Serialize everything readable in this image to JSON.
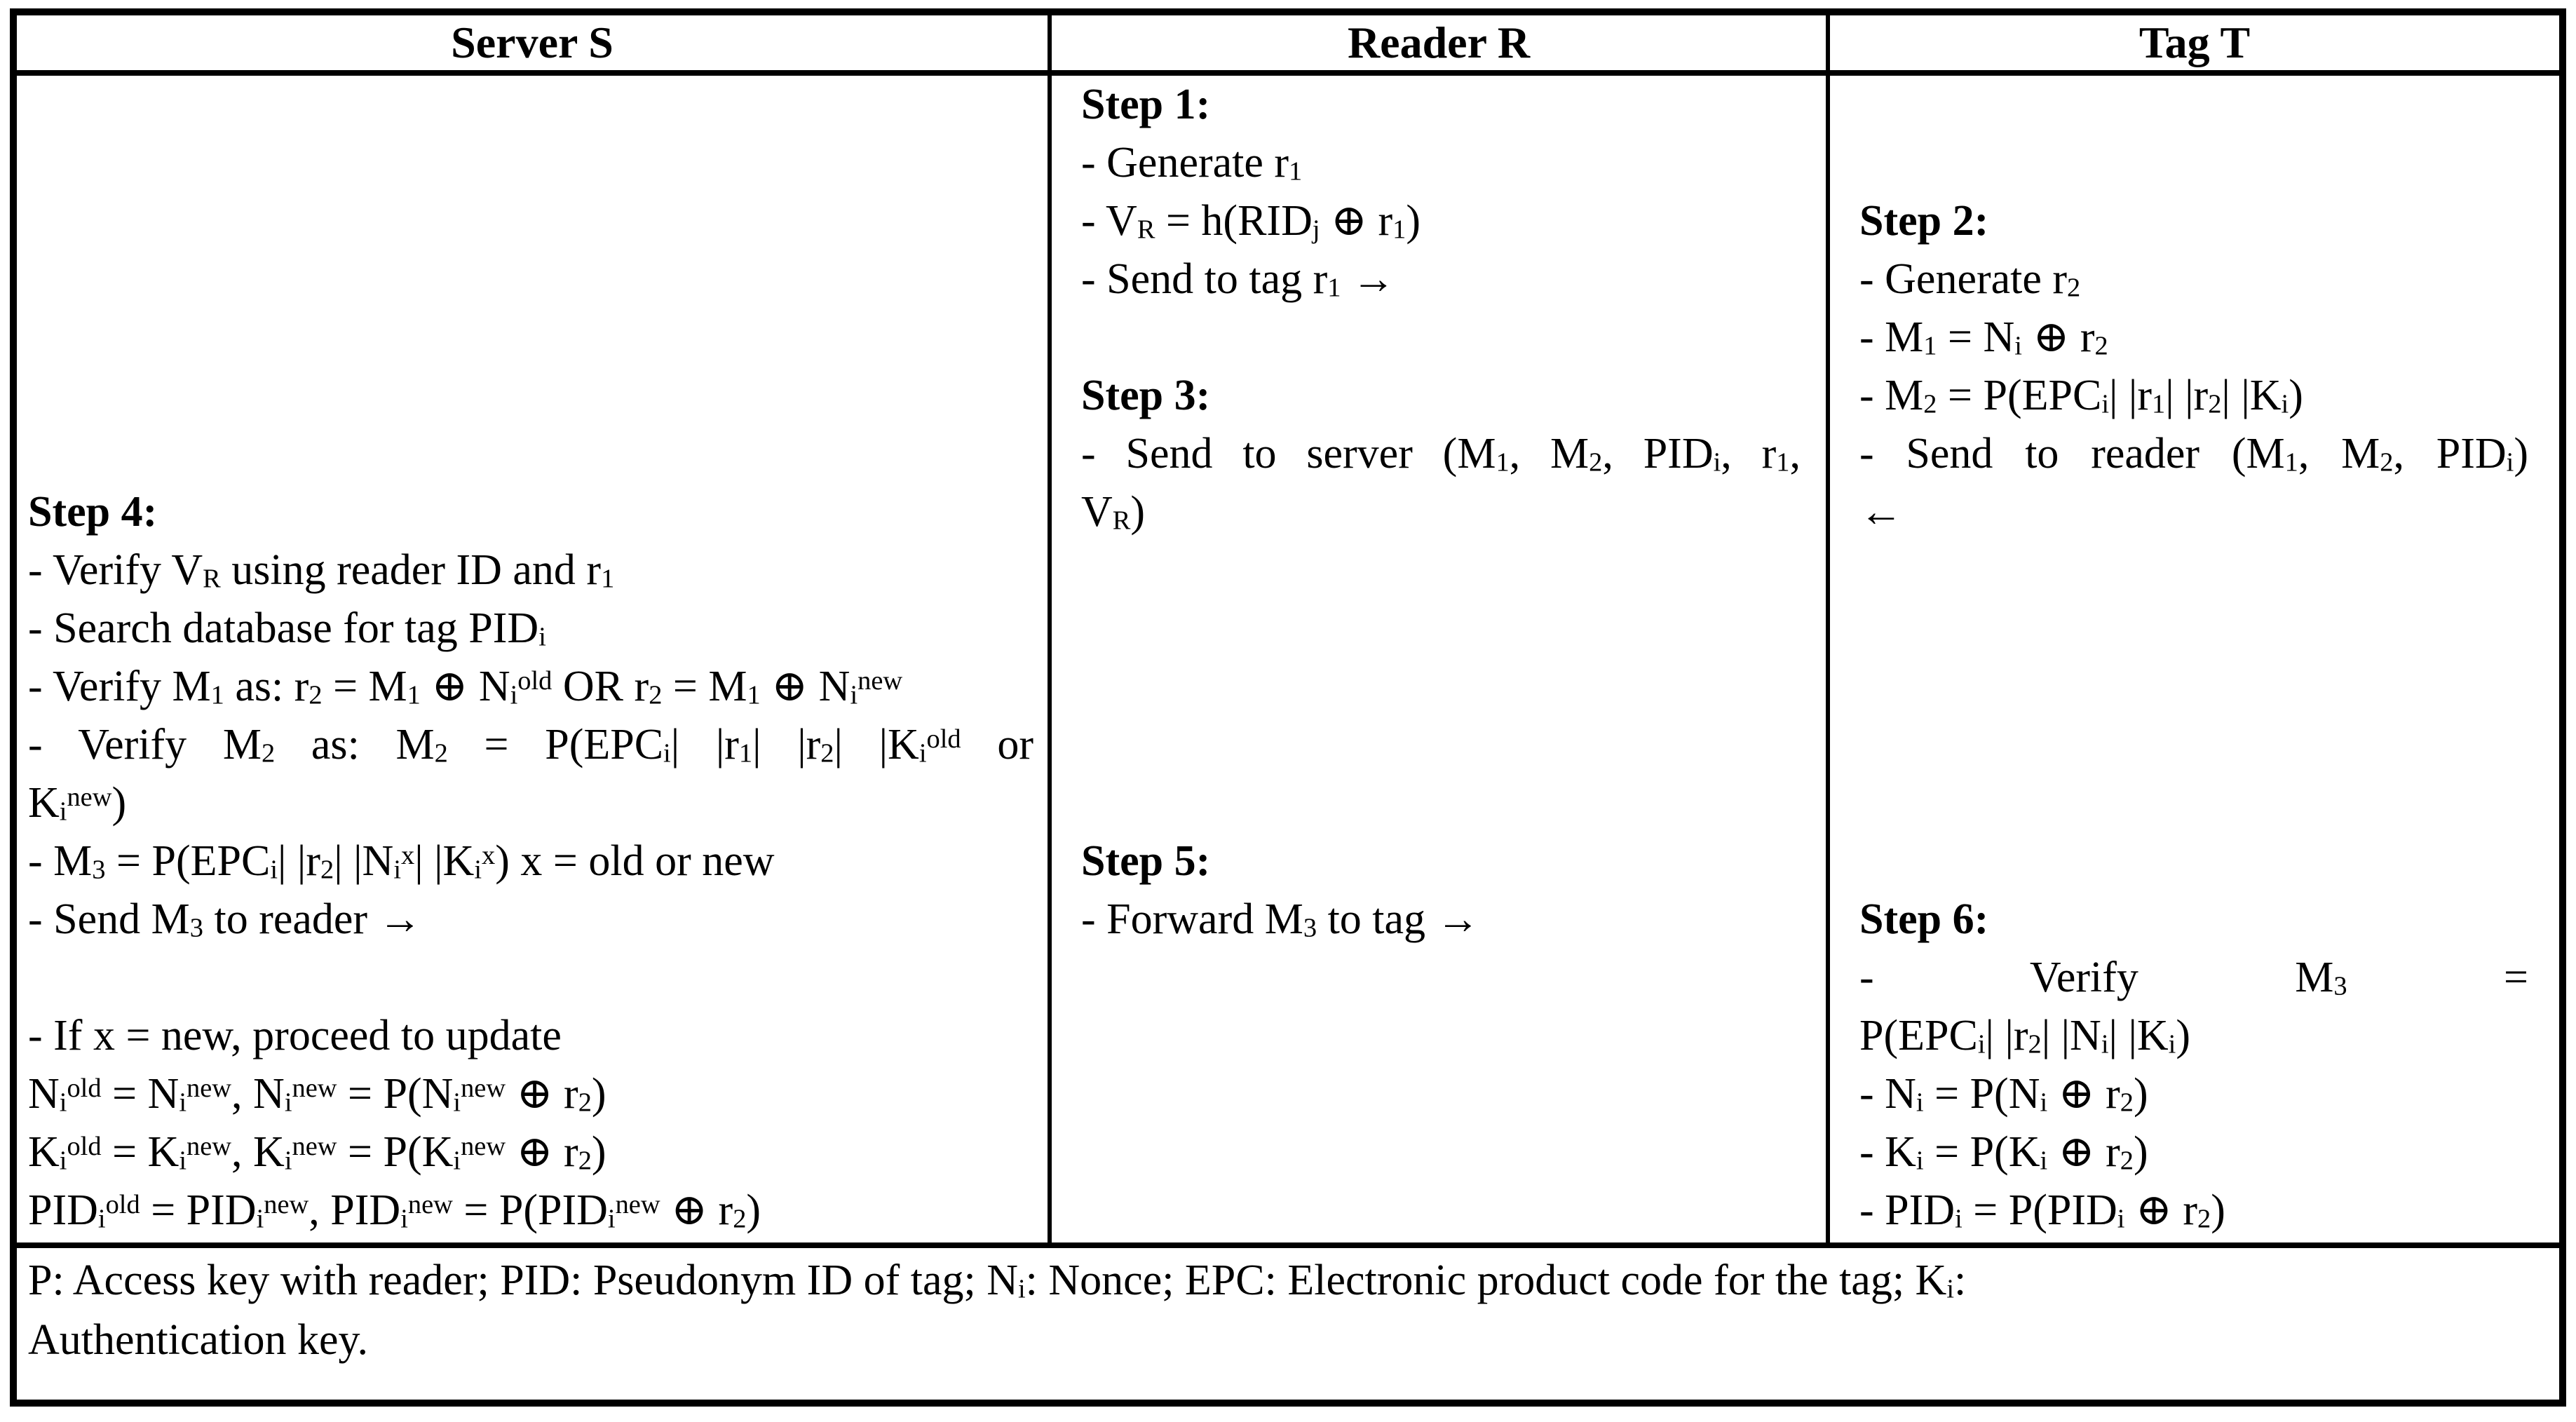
{
  "figure": {
    "type": "protocol-table",
    "description_colors": {
      "ink": "#000000",
      "background": "#ffffff"
    }
  },
  "columns": {
    "server": {
      "header": "Server S",
      "lines": [
        "",
        "",
        "",
        "",
        "",
        "",
        "",
        "Step 4:",
        "- Verify V<sub>R</sub> using reader ID and r<sub>1</sub>",
        "- Search database for tag PID<sub>i</sub>",
        "- Verify M<sub>1</sub> as: r<sub>2</sub> = M<sub>1</sub> ⊕ N<sub>i</sub><sup>old</sup> OR r<sub>2</sub> = M<sub>1</sub> ⊕ N<sub>i</sub><sup>new</sup>",
        "- Verify M<sub>2</sub> as: M<sub>2</sub> = P(EPC<sub>i</sub>| |r<sub>1</sub>| |r<sub>2</sub>| |K<sub>i</sub><sup>old</sup> or",
        "K<sub>i</sub><sup>new</sup>)",
        "- M<sub>3</sub> = P(EPC<sub>i</sub>| |r<sub>2</sub>| |N<sub>i</sub><sup>x</sup>| |K<sub>i</sub><sup>x</sup>) x = old or new",
        "- Send M<sub>3</sub> to reader →",
        "",
        "- If x = new, proceed to update",
        "N<sub>i</sub><sup>old</sup> = N<sub>i</sub><sup>new</sup>, N<sub>i</sub><sup>new</sup> = P(N<sub>i</sub><sup>new</sup> ⊕ r<sub>2</sub>)",
        "K<sub>i</sub><sup>old</sup> = K<sub>i</sub><sup>new</sup>, K<sub>i</sub><sup>new</sup> = P(K<sub>i</sub><sup>new</sup> ⊕ r<sub>2</sub>)",
        "PID<sub>i</sub><sup>old</sup> = PID<sub>i</sub><sup>new</sup>, PID<sub>i</sub><sup>new</sup> = P(PID<sub>i</sub><sup>new</sup> ⊕ r<sub>2</sub>)"
      ]
    },
    "reader": {
      "header": "Reader R",
      "lines": [
        "Step 1:",
        "- Generate r<sub>1</sub>",
        "- V<sub>R</sub> = h(RID<sub>j</sub> ⊕ r<sub>1</sub>)",
        "- Send to tag r<sub>1</sub> →",
        "",
        "Step 3:",
        "- Send to server (M<sub>1</sub>, M<sub>2</sub>, PID<sub>i</sub>, r<sub>1</sub>,",
        "V<sub>R</sub>)",
        "",
        "",
        "",
        "",
        "",
        "Step 5:",
        "- Forward M<sub>3</sub> to tag →",
        "",
        "",
        "",
        "",
        ""
      ]
    },
    "tag": {
      "header": "Tag T",
      "lines": [
        "",
        "",
        "Step 2:",
        "- Generate r<sub>2</sub>",
        "- M<sub>1</sub> = N<sub>i</sub> ⊕ r<sub>2</sub>",
        "- M<sub>2</sub> = P(EPC<sub>i</sub>| |r<sub>1</sub>| |r<sub>2</sub>| |K<sub>i</sub>)",
        "- Send to reader (M<sub>1</sub>, M<sub>2</sub>, PID<sub>i</sub>)",
        "←",
        "",
        "",
        "",
        "",
        "",
        "",
        "Step 6:",
        "- Verify M<sub>3</sub> =",
        "P(EPC<sub>i</sub>| |r<sub>2</sub>| |N<sub>i</sub>| |K<sub>i</sub>)",
        "- N<sub>i</sub> = P(N<sub>i</sub> ⊕ r<sub>2</sub>)",
        "- K<sub>i</sub> = P(K<sub>i</sub> ⊕ r<sub>2</sub>)",
        "- PID<sub>i</sub> = P(PID<sub>i</sub> ⊕ r<sub>2</sub>)"
      ]
    }
  },
  "footnote": {
    "line1": "P: Access key with reader; PID: Pseudonym ID of tag; N<sub>i</sub>: Nonce; EPC: Electronic product code for the tag; K<sub>i</sub>:",
    "line2": "Authentication key."
  }
}
